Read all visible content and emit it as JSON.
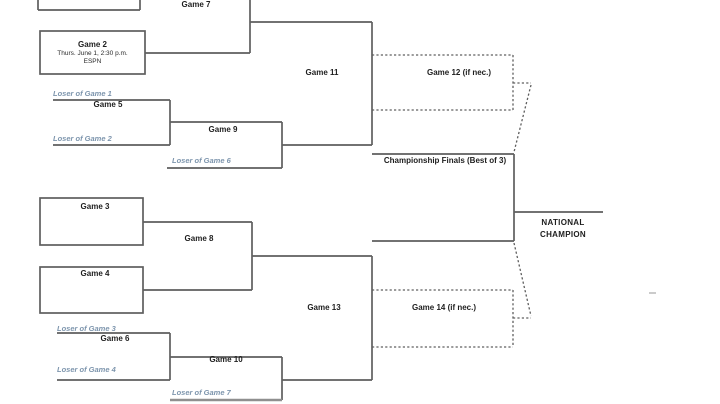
{
  "colors": {
    "line": "#5f5f5f",
    "text": "#1e1e1e",
    "loser_text": "#7d95ad",
    "background": "#ffffff"
  },
  "labels": {
    "game2": {
      "title": "Game 2",
      "schedule": "Thurs. June 1, 2:30 p.m.",
      "network": "ESPN"
    },
    "game3": "Game 3",
    "game4": "Game 4",
    "game5": "Game 5",
    "game6": "Game 6",
    "game7": "Game 7",
    "game8": "Game 8",
    "game9": "Game 9",
    "game10": "Game 10",
    "game11": "Game 11",
    "game12": "Game 12 (if nec.)",
    "game13": "Game 13",
    "game14": "Game 14 (if nec.)",
    "championship": "Championship Finals (Best of 3)",
    "champion_line1": "NATIONAL",
    "champion_line2": "CHAMPION",
    "loser1": "Loser of Game 1",
    "loser2": "Loser of Game 2",
    "loser3": "Loser of Game 3",
    "loser4": "Loser of Game 4",
    "loser6": "Loser of Game 6",
    "loser7": "Loser of Game 7"
  }
}
